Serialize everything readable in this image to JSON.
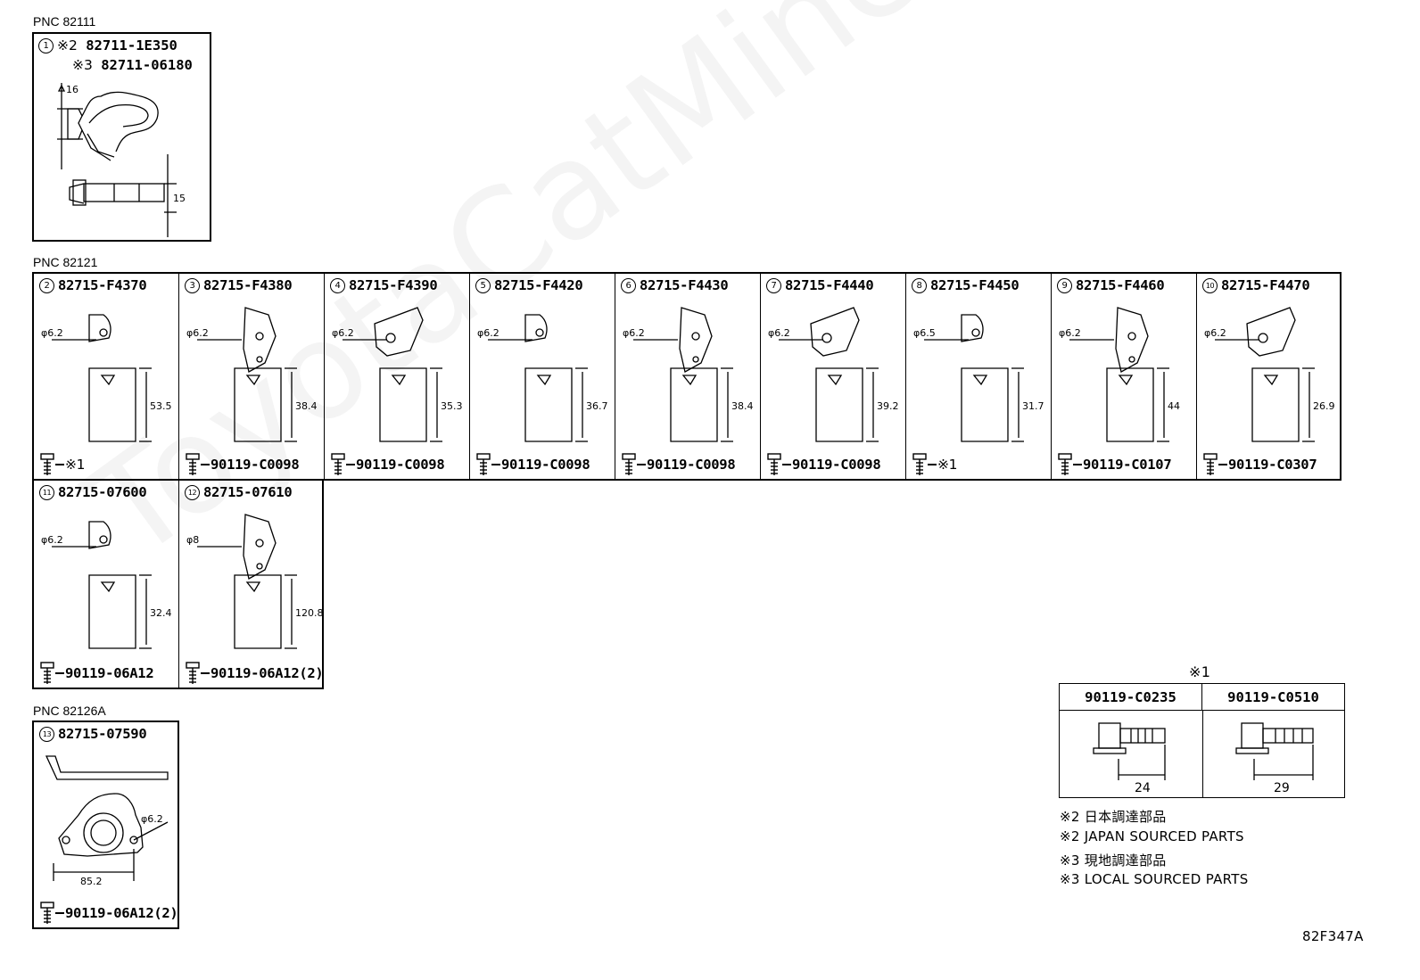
{
  "sections": {
    "s1": "PNC 82111",
    "s2": "PNC 82121",
    "s3": "PNC 82126A"
  },
  "part1": {
    "num": "1",
    "line1_mark": "※2",
    "line1_part": "82711-1E350",
    "line2_mark": "※3",
    "line2_part": "82711-06180",
    "dim_a": "16",
    "dim_b": "15"
  },
  "brackets": [
    {
      "num": "2",
      "part": "82715-F4370",
      "bolt": "※1",
      "dims": [
        "φ6.2",
        "53.5"
      ]
    },
    {
      "num": "3",
      "part": "82715-F4380",
      "bolt": "90119-C0098",
      "dims": [
        "φ6.2",
        "38.4"
      ]
    },
    {
      "num": "4",
      "part": "82715-F4390",
      "bolt": "90119-C0098",
      "dims": [
        "φ6.2",
        "35.3"
      ]
    },
    {
      "num": "5",
      "part": "82715-F4420",
      "bolt": "90119-C0098",
      "dims": [
        "φ6.2",
        "36.7"
      ]
    },
    {
      "num": "6",
      "part": "82715-F4430",
      "bolt": "90119-C0098",
      "dims": [
        "φ6.2",
        "38.4"
      ]
    },
    {
      "num": "7",
      "part": "82715-F4440",
      "bolt": "90119-C0098",
      "dims": [
        "φ6.2",
        "39.2"
      ]
    },
    {
      "num": "8",
      "part": "82715-F4450",
      "bolt": "※1",
      "dims": [
        "φ6.5",
        "31.7"
      ]
    },
    {
      "num": "9",
      "part": "82715-F4460",
      "bolt": "90119-C0107",
      "dims": [
        "φ6.2",
        "44"
      ]
    },
    {
      "num": "10",
      "part": "82715-F4470",
      "bolt": "90119-C0307",
      "dims": [
        "φ6.2",
        "26.9"
      ]
    }
  ],
  "row2": [
    {
      "num": "11",
      "part": "82715-07600",
      "bolt": "90119-06A12",
      "dims": [
        "φ6.2",
        "32.4"
      ]
    },
    {
      "num": "12",
      "part": "82715-07610",
      "bolt": "90119-06A12(2)",
      "dims": [
        "φ8",
        "120.8"
      ]
    }
  ],
  "part13": {
    "num": "13",
    "part": "82715-07590",
    "bolt": "90119-06A12(2)",
    "dims": [
      "φ6.2",
      "85.2"
    ]
  },
  "ref_table": {
    "title": "※1",
    "cols": [
      {
        "part": "90119-C0235",
        "len": "24"
      },
      {
        "part": "90119-C0510",
        "len": "29"
      }
    ]
  },
  "notes": [
    "※2 日本調達部品",
    "※2 JAPAN SOURCED PARTS",
    "※3 現地調達部品",
    "※3 LOCAL SOURCED PARTS"
  ],
  "code": "82F347A",
  "watermark": "ToyotaCatMine.ru"
}
